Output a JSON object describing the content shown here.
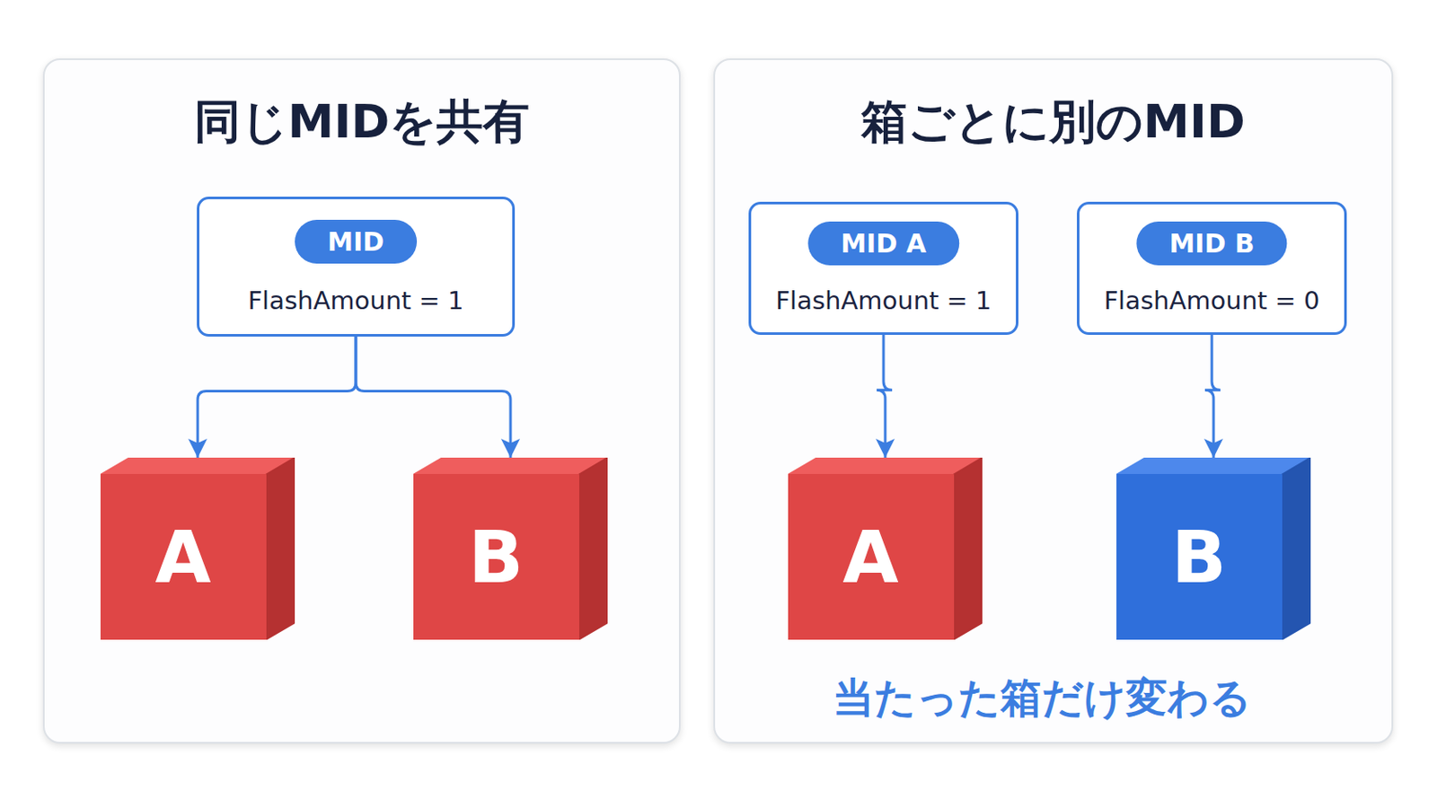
{
  "diagram": {
    "nodes": [
      {
        "text": [
          "同じMIDを共有"
        ]
      },
      {
        "text": [
          "MID",
          "FlashAmount = 1"
        ],
        "in": 0
      },
      {
        "text": [
          "A"
        ],
        "in": 0
      },
      {
        "text": [
          "B"
        ],
        "in": 0
      },
      {
        "text": [
          "箱ごとに別のMID",
          "当たった箱だけ変わる"
        ]
      },
      {
        "text": [
          "MID A",
          "FlashAmount = 1"
        ],
        "in": 4
      },
      {
        "text": [
          "MID B",
          "FlashAmount = 0"
        ],
        "in": 4
      },
      {
        "text": [
          "A"
        ],
        "in": 4
      },
      {
        "text": [
          "B"
        ],
        "in": 4
      }
    ],
    "edges": [
      {
        "from": 1,
        "to": 2,
        "arrow": "to"
      },
      {
        "from": 1,
        "to": 3,
        "arrow": "to"
      },
      {
        "from": 5,
        "to": 7,
        "arrow": "to"
      },
      {
        "from": 6,
        "to": 8,
        "arrow": "to"
      }
    ]
  }
}
